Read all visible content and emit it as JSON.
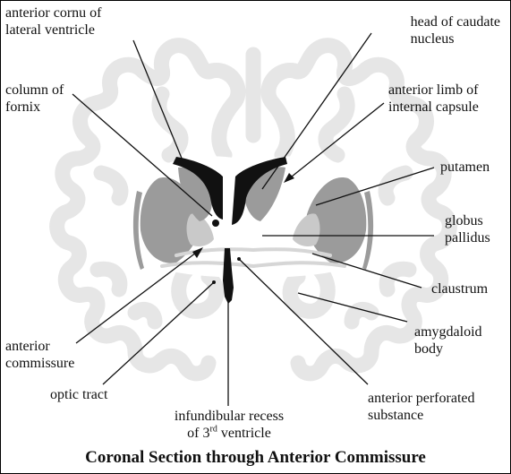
{
  "title": "Coronal Section through Anterior Commissure",
  "colors": {
    "background": "#ffffff",
    "cortex_light": "#e6e6e6",
    "structure_gray": "#9b9b9b",
    "structure_light": "#c9c9c9",
    "ventricle_black": "#111111",
    "leader_line": "#111111"
  },
  "labels": {
    "anterior_cornu": [
      "anterior cornu of",
      "lateral ventricle"
    ],
    "column_of_fornix": [
      "column of",
      "fornix"
    ],
    "head_of_caudate": [
      "head of caudate",
      "nucleus"
    ],
    "anterior_limb": [
      "anterior limb of",
      "internal capsule"
    ],
    "putamen": [
      "putamen"
    ],
    "globus_pallidus": [
      "globus",
      "pallidus"
    ],
    "claustrum": [
      "claustrum"
    ],
    "amygdaloid_body": [
      "amygdaloid",
      "body"
    ],
    "anterior_commissure": [
      "anterior",
      "commissure"
    ],
    "optic_tract": [
      "optic tract"
    ],
    "infundibular_recess": {
      "line1": "infundibular recess",
      "line2_pre": "of 3",
      "line2_sup": "rd",
      "line2_post": " ventricle"
    },
    "anterior_perforated": [
      "anterior perforated",
      "substance"
    ]
  }
}
